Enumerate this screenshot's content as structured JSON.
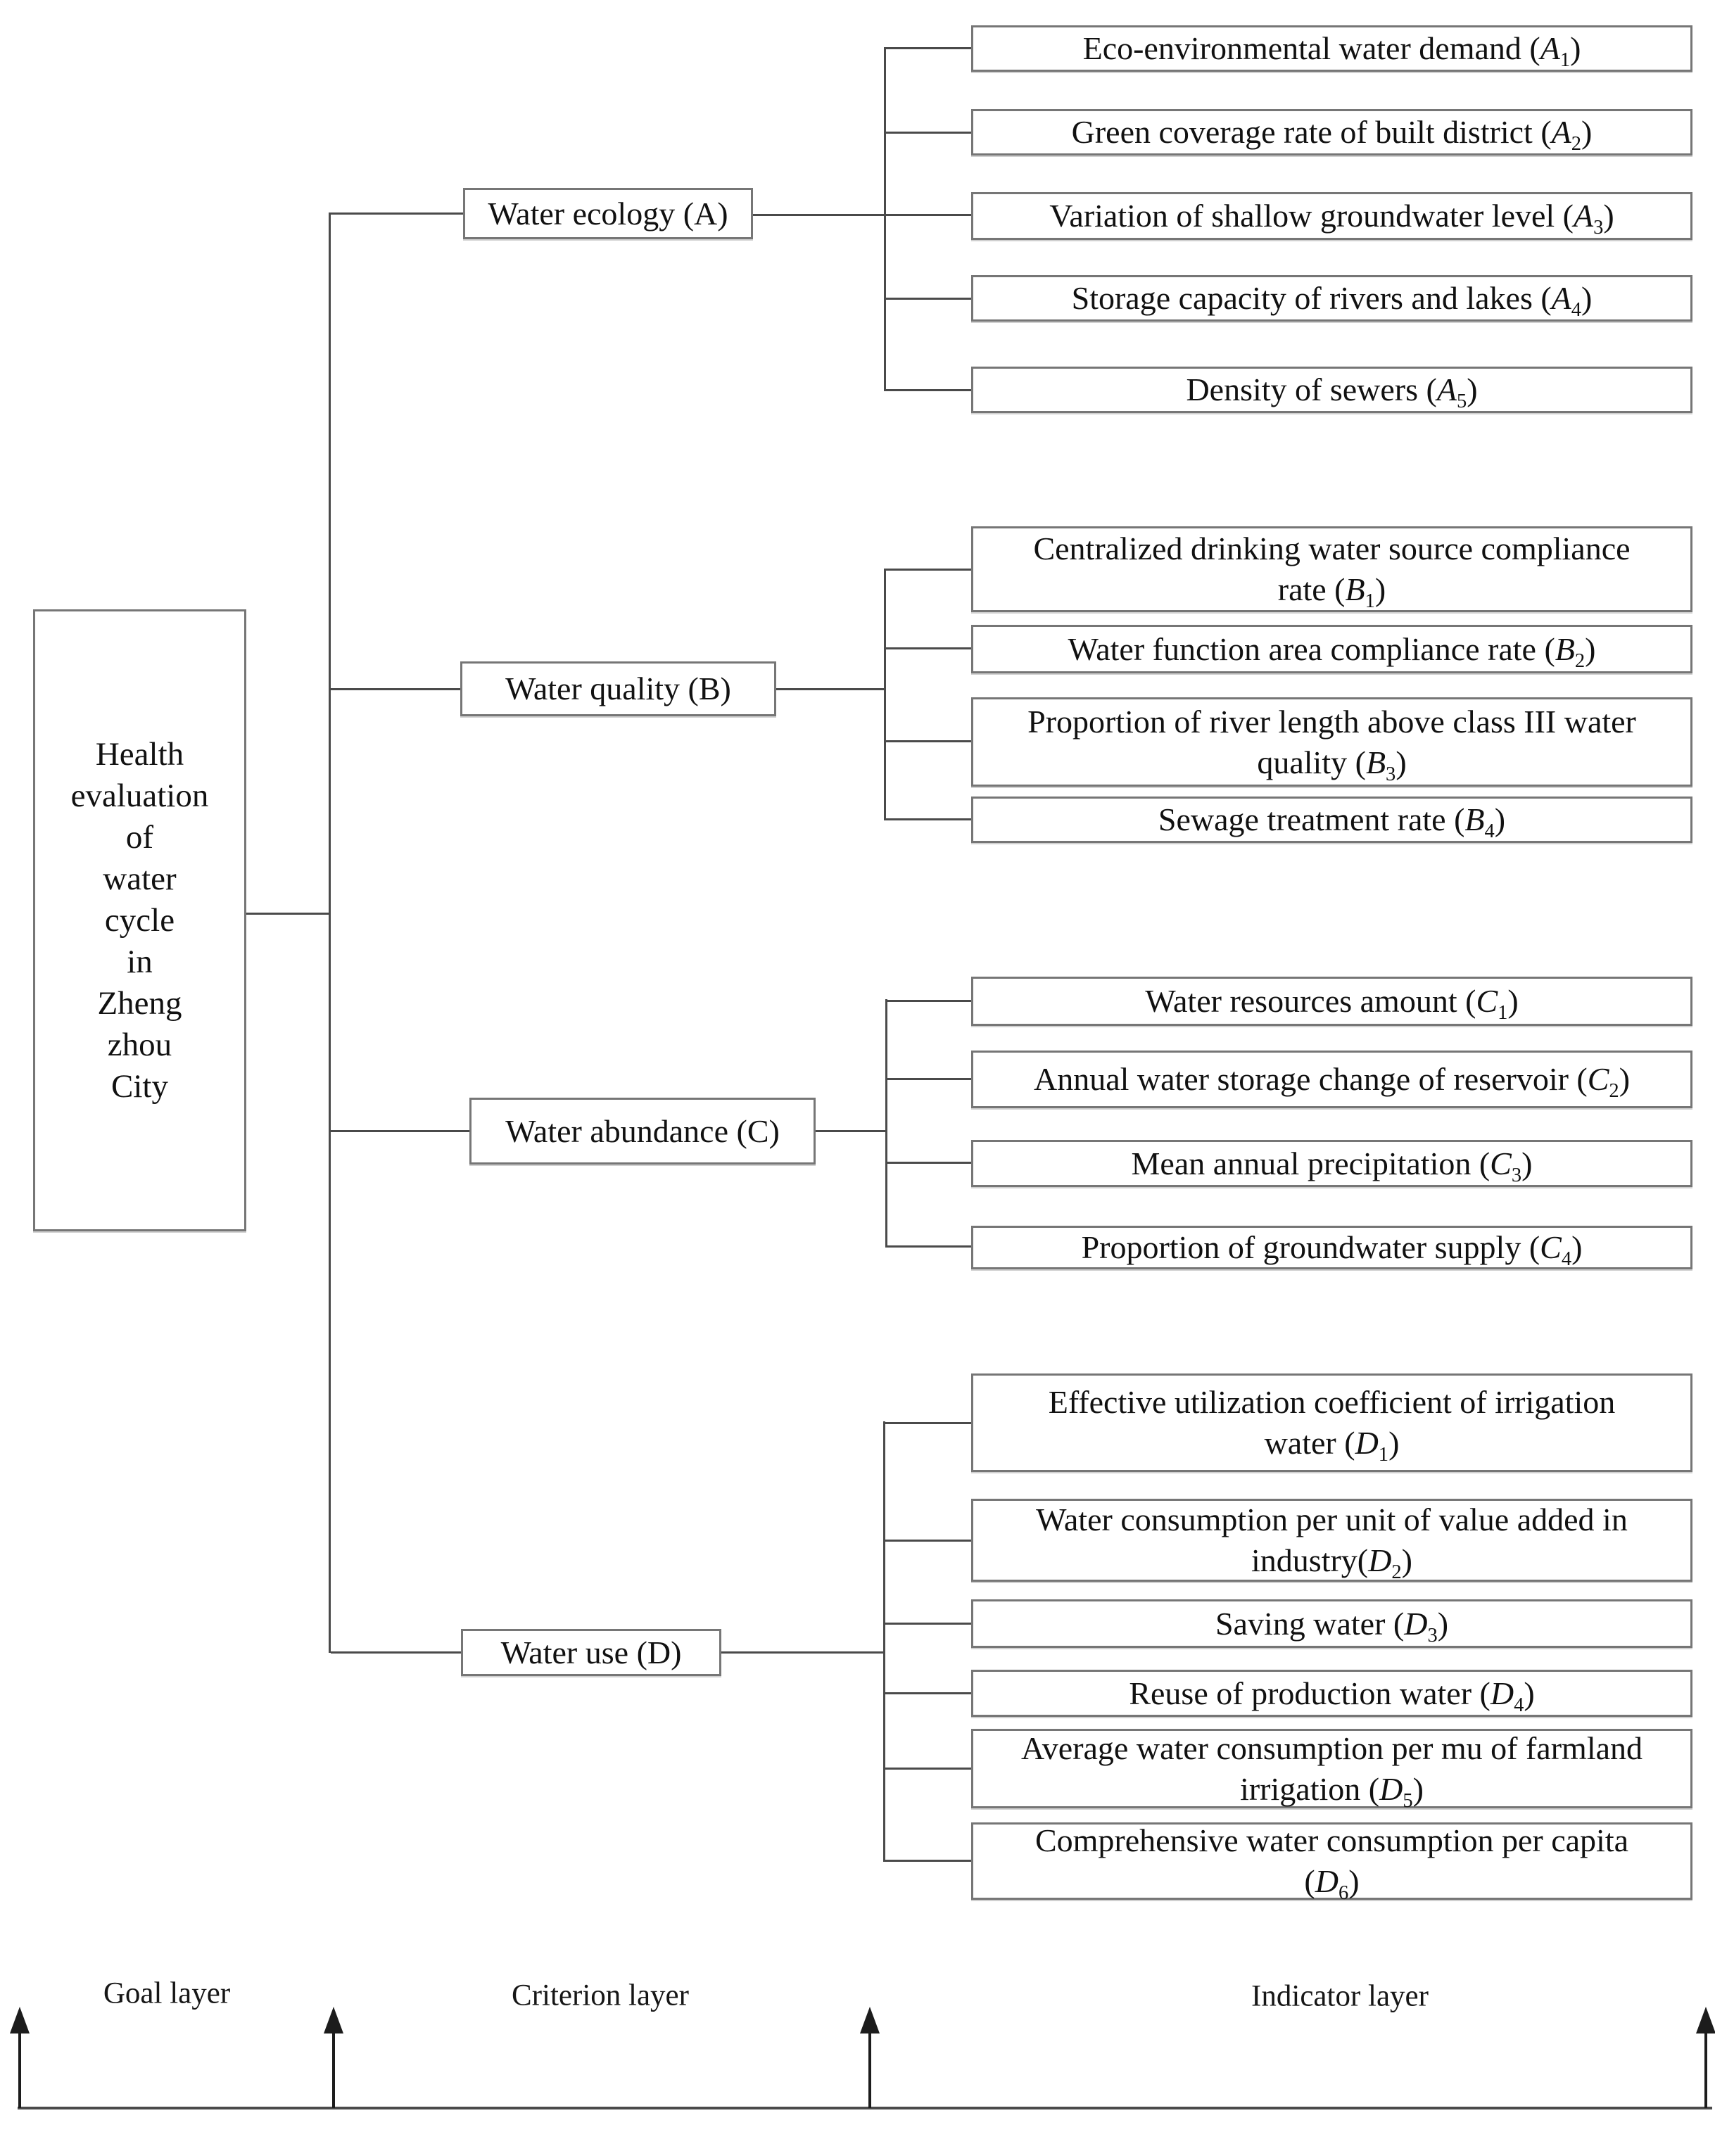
{
  "goal": {
    "lines": [
      "Health",
      "evaluation",
      "of",
      "water",
      "cycle",
      "in",
      "Zheng",
      "zhou",
      "City"
    ]
  },
  "criteria": [
    {
      "lines": [
        "Water ecology"
      ],
      "symbol": "A"
    },
    {
      "lines": [
        "Water quality"
      ],
      "symbol": "B"
    },
    {
      "lines": [
        "Water abundance"
      ],
      "symbol": "C"
    },
    {
      "lines": [
        "Water use"
      ],
      "symbol": "D"
    }
  ],
  "indicators": {
    "A": [
      {
        "lines": [
          "Eco-environmental water demand"
        ],
        "symbol": "A1"
      },
      {
        "lines": [
          "Green coverage rate of built district"
        ],
        "symbol": "A2"
      },
      {
        "lines": [
          "Variation of shallow groundwater level"
        ],
        "symbol": "A3"
      },
      {
        "lines": [
          "Storage capacity of rivers and lakes"
        ],
        "symbol": "A4"
      },
      {
        "lines": [
          "Density of sewers"
        ],
        "symbol": "A5"
      }
    ],
    "B": [
      {
        "lines": [
          "Centralized drinking water source compliance",
          "rate"
        ],
        "symbol": "B1"
      },
      {
        "lines": [
          "Water function area compliance rate"
        ],
        "symbol": "B2"
      },
      {
        "lines": [
          "Proportion of river length above class III water",
          "quality"
        ],
        "symbol": "B3"
      },
      {
        "lines": [
          "Sewage treatment rate"
        ],
        "symbol": "B4"
      }
    ],
    "C": [
      {
        "lines": [
          "Water resources amount"
        ],
        "symbol": "C1"
      },
      {
        "lines": [
          "Annual water storage change of reservoir"
        ],
        "symbol": "C2"
      },
      {
        "lines": [
          "Mean annual precipitation"
        ],
        "symbol": "C3"
      },
      {
        "lines": [
          "Proportion of groundwater supply"
        ],
        "symbol": "C4"
      }
    ],
    "D": [
      {
        "lines": [
          "Effective utilization coefficient of irrigation",
          "water"
        ],
        "symbol": "D1"
      },
      {
        "lines": [
          "Water consumption per unit of value added in",
          "industry"
        ],
        "symbol": "D2",
        "tight": true
      },
      {
        "lines": [
          "Saving water"
        ],
        "symbol": "D3"
      },
      {
        "lines": [
          "Reuse of production water"
        ],
        "symbol": "D4"
      },
      {
        "lines": [
          "Average water consumption per mu of farmland",
          "irrigation"
        ],
        "symbol": "D5"
      },
      {
        "lines": [
          "Comprehensive water consumption per capita",
          ""
        ],
        "symbol": "D6",
        "tight": true
      }
    ]
  },
  "layer_labels": {
    "goal": "Goal layer",
    "criterion": "Criterion layer",
    "indicator": "Indicator layer"
  },
  "colors": {
    "line": "#4a4a4a",
    "box_border": "#767676",
    "arrow": "#1c1c1c",
    "text": "#111111",
    "background": "#ffffff"
  }
}
